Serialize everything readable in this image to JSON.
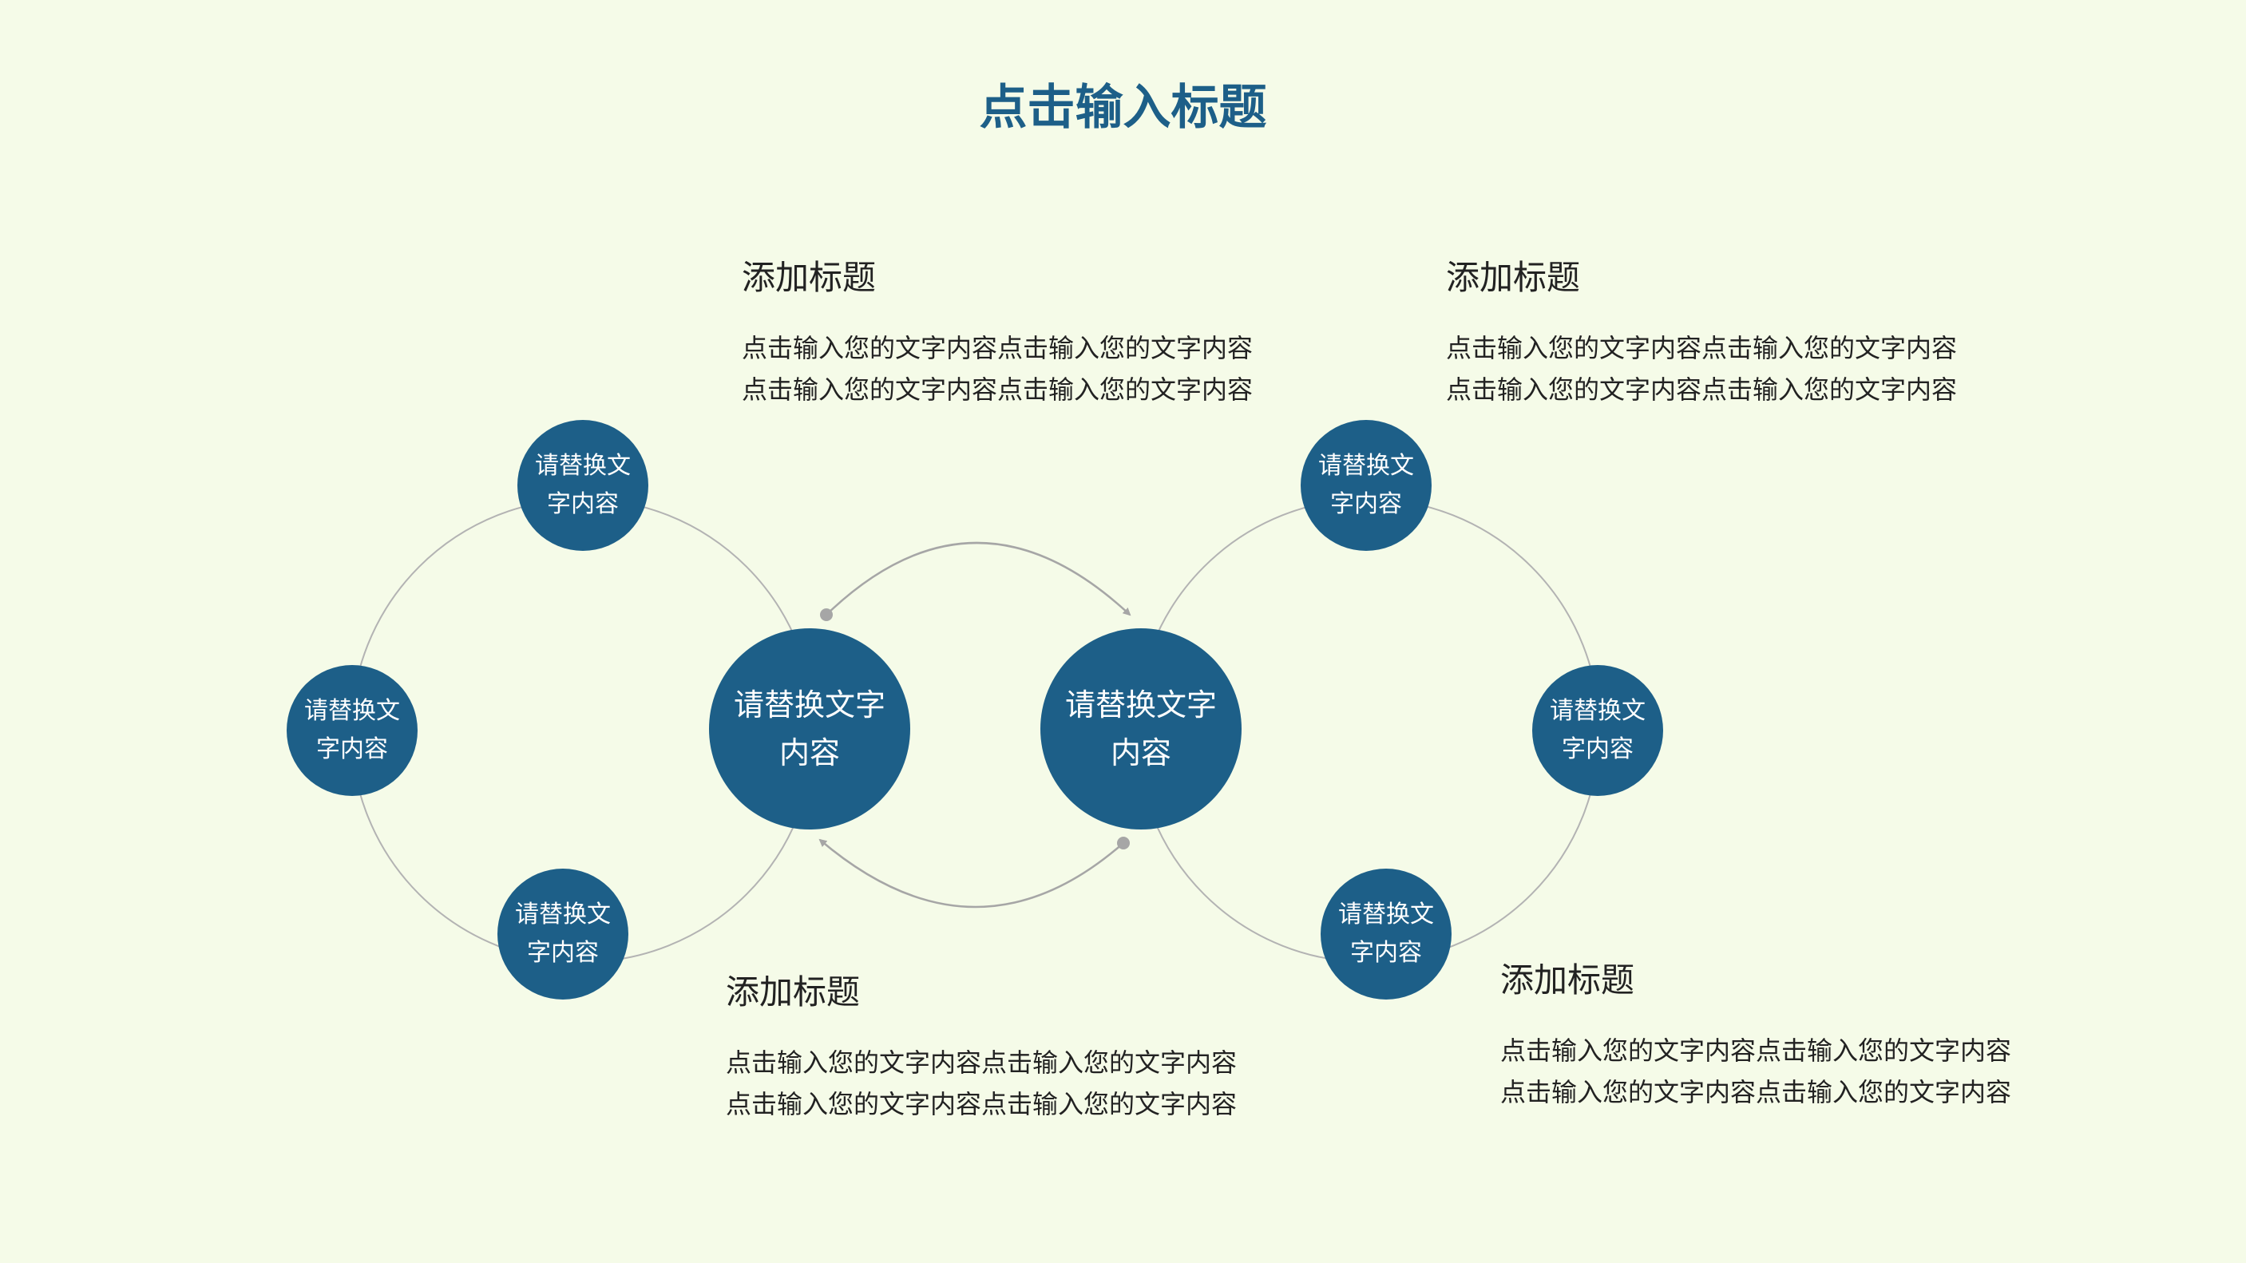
{
  "title": "点击输入标题",
  "colors": {
    "background": "#f5fbe8",
    "node_fill": "#1d5f88",
    "node_text": "#ffffff",
    "title_text": "#1d5f88",
    "connector": "#a6a6a6",
    "body_text": "#222222"
  },
  "nodes": {
    "left_center": "请替换文字内容",
    "right_center": "请替换文字内容",
    "left_top": "请替换文字内容",
    "left_mid": "请替换文字内容",
    "left_bottom": "请替换文字内容",
    "right_top": "请替换文字内容",
    "right_mid": "请替换文字内容",
    "right_bottom": "请替换文字内容"
  },
  "blocks": [
    {
      "title": "添加标题",
      "body": "点击输入您的文字内容点击输入您的文字内容点击输入您的文字内容点击输入您的文字内容"
    },
    {
      "title": "添加标题",
      "body": "点击输入您的文字内容点击输入您的文字内容点击输入您的文字内容点击输入您的文字内容"
    },
    {
      "title": "添加标题",
      "body": "点击输入您的文字内容点击输入您的文字内容点击输入您的文字内容点击输入您的文字内容"
    },
    {
      "title": "添加标题",
      "body": "点击输入您的文字内容点击输入您的文字内容点击输入您的文字内容点击输入您的文字内容"
    }
  ]
}
